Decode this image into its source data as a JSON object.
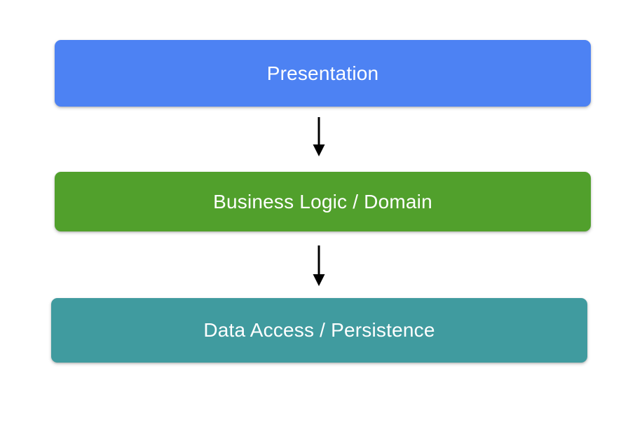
{
  "diagram": {
    "type": "layered-architecture-flow",
    "background_color": "#ffffff",
    "title": "",
    "layers": [
      {
        "id": "presentation",
        "label": "Presentation",
        "color": "#4d82f3",
        "text_color": "#ffffff",
        "order": 1
      },
      {
        "id": "business-logic",
        "label": "Business Logic / Domain",
        "color": "#51a02c",
        "text_color": "#ffffff",
        "order": 2
      },
      {
        "id": "data-access",
        "label": "Data Access / Persistence",
        "color": "#409b9f",
        "text_color": "#ffffff",
        "order": 3
      }
    ],
    "connectors": [
      {
        "id": "connector-1",
        "from": "presentation",
        "to": "business-logic",
        "direction": "down",
        "color": "#000000",
        "label": ""
      },
      {
        "id": "connector-2",
        "from": "business-logic",
        "to": "data-access",
        "direction": "down",
        "color": "#000000",
        "label": ""
      }
    ]
  }
}
